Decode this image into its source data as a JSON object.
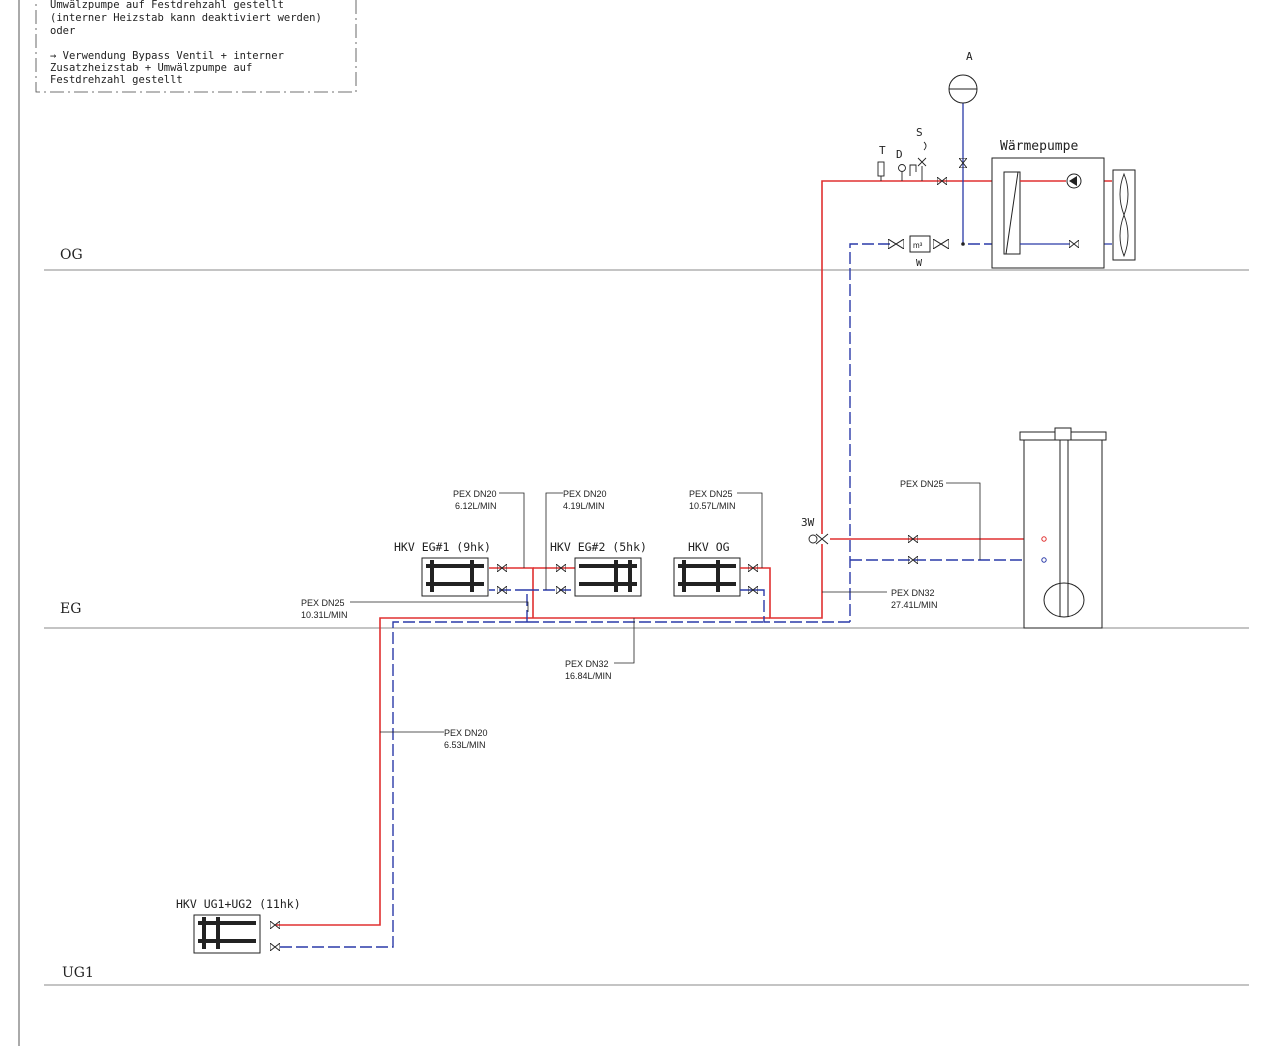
{
  "note": {
    "lines": [
      "Umwälzpumpe auf Festdrehzahl gestellt",
      "(interner Heizstab kann deaktiviert werden)",
      "oder",
      "",
      "→ Verwendung Bypass Ventil + interner",
      "Zusatzheizstab + Umwälzpumpe auf",
      "Festdrehzahl gestellt"
    ]
  },
  "floors": {
    "og": "OG",
    "eg": "EG",
    "ug1": "UG1"
  },
  "heat_pump": {
    "label": "Wärmepumpe"
  },
  "components": {
    "a": "A",
    "s": "S",
    "t": "T",
    "d": "D",
    "w": "W",
    "meter": "m³",
    "three_way": "3W"
  },
  "manifolds": {
    "eg1": "HKV  EG#1  (9hk)",
    "eg2": "HKV  EG#2  (5hk)",
    "og": "HKV  OG",
    "ug": "HKV  UG1+UG2  (11hk)"
  },
  "pipe_labels": {
    "eg1": {
      "type": "PEX DN20",
      "flow": "6.12L/MIN"
    },
    "eg2": {
      "type": "PEX DN20",
      "flow": "4.19L/MIN"
    },
    "og": {
      "type": "PEX DN25",
      "flow": "10.57L/MIN"
    },
    "eg_left": {
      "type": "PEX DN25",
      "flow": "10.31L/MIN"
    },
    "tank": {
      "type": "PEX DN25"
    },
    "main": {
      "type": "PEX DN32",
      "flow": "27.41L/MIN"
    },
    "lower": {
      "type": "PEX DN32",
      "flow": "16.84L/MIN"
    },
    "ug": {
      "type": "PEX DN20",
      "flow": "6.53L/MIN"
    }
  },
  "colors": {
    "supply": "#e03030",
    "return": "#2a3aa8",
    "line": "#222222",
    "floor": "#8a8a8a"
  }
}
